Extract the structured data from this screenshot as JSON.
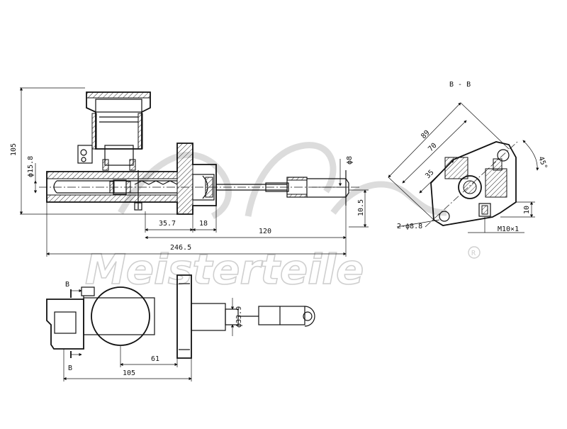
{
  "watermark": {
    "brand": "Meisterteile",
    "registered_mark": "R"
  },
  "section_label": "B - B",
  "side_view": {
    "overall_height": "105",
    "bore_diameter": "ϕ15.8",
    "rod_diameter": "ϕ8",
    "offset_10_5": "10.5",
    "dim_35_7": "35.7",
    "dim_18": "18",
    "dim_120": "120",
    "overall_length": "246.5"
  },
  "section_view": {
    "dim_89": "89",
    "dim_70": "70",
    "dim_35": "35",
    "angle": "45°",
    "holes": "2-ϕ8.8",
    "thread": "M10×1",
    "dim_10": "10"
  },
  "top_view": {
    "cut_mark_top": "B",
    "cut_mark_bottom": "B",
    "boss_diameter": "ϕ33.9",
    "dim_61": "61",
    "dim_105": "105"
  }
}
